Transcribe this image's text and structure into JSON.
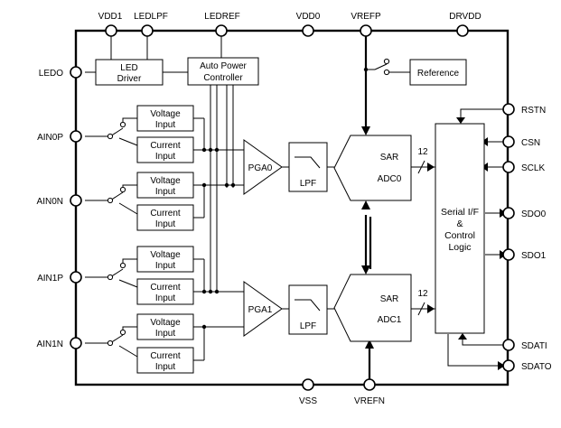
{
  "pins": {
    "top": [
      "VDD1",
      "LEDLPF",
      "LEDREF",
      "VDD0",
      "VREFP",
      "DRVDD"
    ],
    "left": [
      "LEDO",
      "AIN0P",
      "AIN0N",
      "AIN1P",
      "AIN1N"
    ],
    "right": [
      "RSTN",
      "CSN",
      "SCLK",
      "SDO0",
      "SDO1",
      "SDATI",
      "SDATO"
    ],
    "bottom": [
      "VSS",
      "VREFN"
    ]
  },
  "blocks": {
    "led_driver": [
      "LED",
      "Driver"
    ],
    "auto_power": [
      "Auto Power",
      "Controller"
    ],
    "reference": "Reference",
    "voltage_input": [
      "Voltage",
      "Input"
    ],
    "current_input": [
      "Current",
      "Input"
    ],
    "pga0": "PGA0",
    "pga1": "PGA1",
    "lpf": "LPF",
    "adc0": [
      "SAR",
      "ADC0"
    ],
    "adc1": [
      "SAR",
      "ADC1"
    ],
    "serial": [
      "Serial I/F",
      "&",
      "Control",
      "Logic"
    ],
    "bus_width": "12"
  }
}
